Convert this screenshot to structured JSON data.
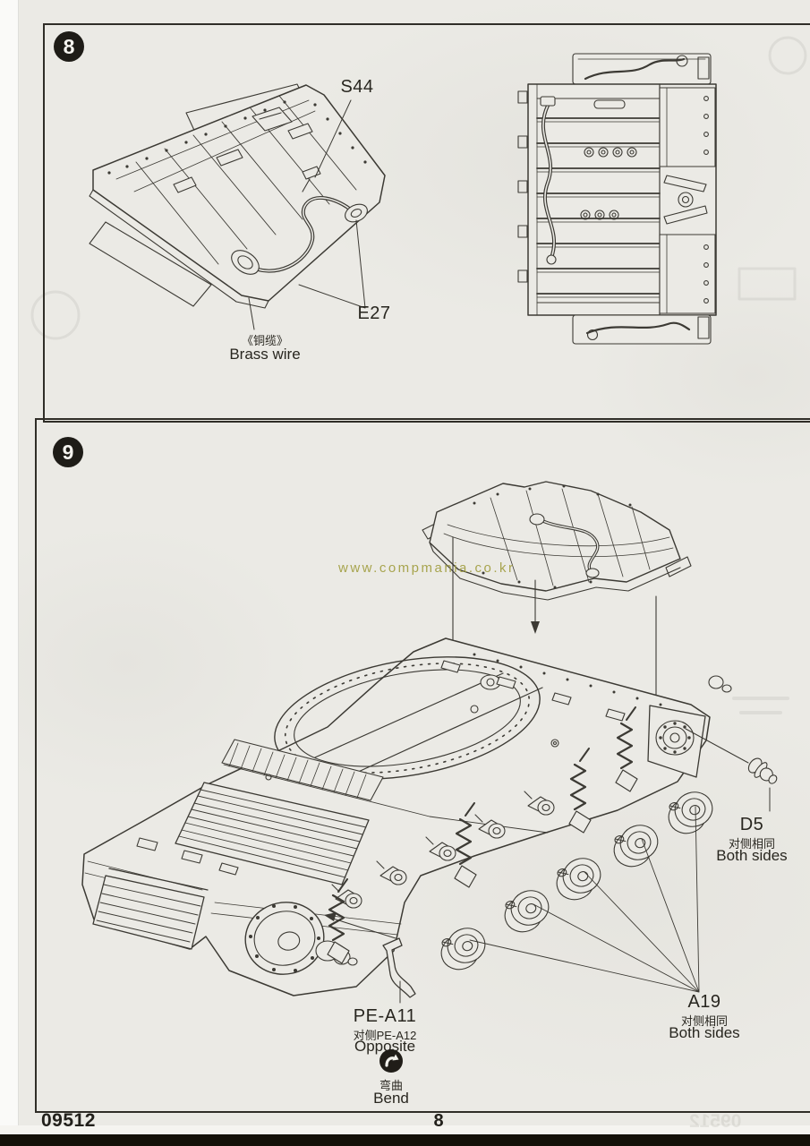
{
  "page": {
    "footer_code": "09512",
    "footer_page": "8",
    "watermark": "www.compmania.co.kr",
    "ghost_code": "09512"
  },
  "colors": {
    "paper": "#ebeae5",
    "ink": "#3c3a34",
    "text": "#28261f",
    "badge": "#1e1c17",
    "watermark": "#a09d3e"
  },
  "step8": {
    "number": "8",
    "labels": {
      "s44": "S44",
      "e27": "E27",
      "brass_wire_cn": "《铜缆》",
      "brass_wire_en": "Brass wire"
    }
  },
  "step9": {
    "number": "9",
    "labels": {
      "d5_part": "D5",
      "d5_note_cn": "对侧相同",
      "d5_note_en": "Both sides",
      "a19_part": "A19",
      "a19_note_cn": "对侧相同",
      "a19_note_en": "Both sides",
      "pe_part": "PE-A11",
      "pe_note_cn": "对侧PE-A12",
      "pe_note_en": "Opposite",
      "bend_cn": "弯曲",
      "bend_en": "Bend"
    }
  }
}
